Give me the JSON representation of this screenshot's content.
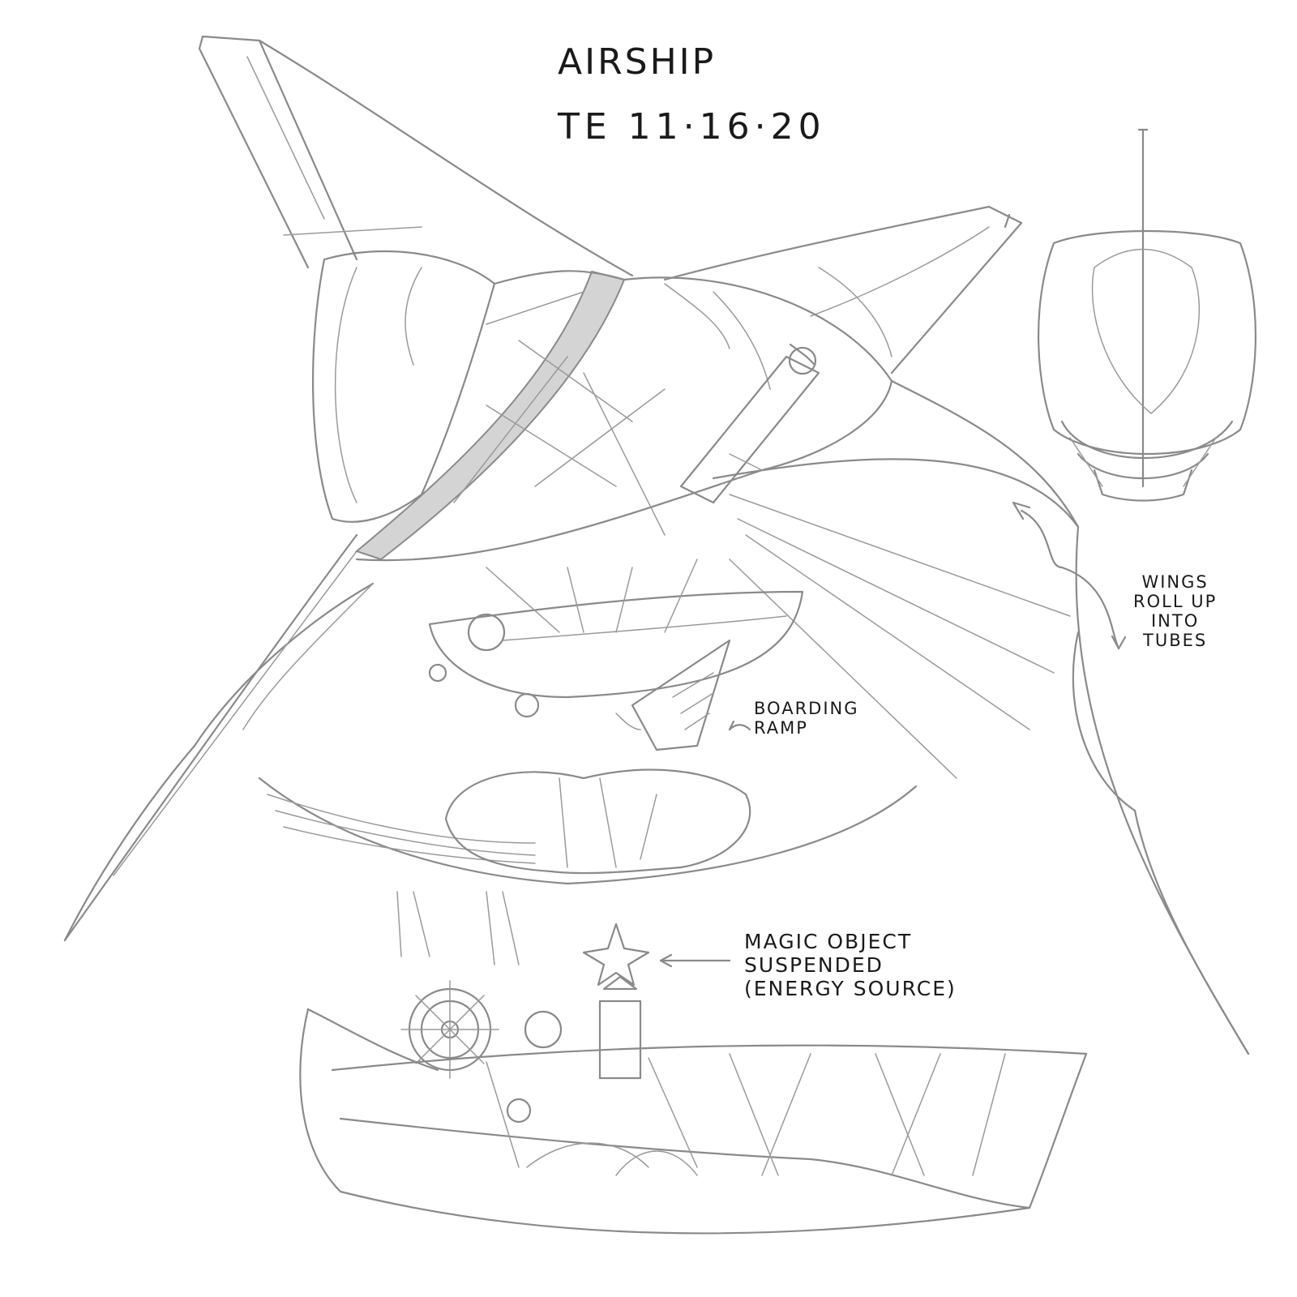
{
  "sketch": {
    "title": "AIRSHIP",
    "signature": "TE 11·16·20",
    "annotations": {
      "wings": "WINGS\nROLL UP\nINTO\nTUBES",
      "ramp": "BOARDING\nRAMP",
      "magic": "MAGIC OBJECT\nSUSPENDED\n(ENERGY SOURCE)"
    }
  },
  "colors": {
    "ink": "#8a8a8a",
    "shading": "#d4d4d4",
    "text": "#1a1a1a",
    "background": "#ffffff"
  }
}
